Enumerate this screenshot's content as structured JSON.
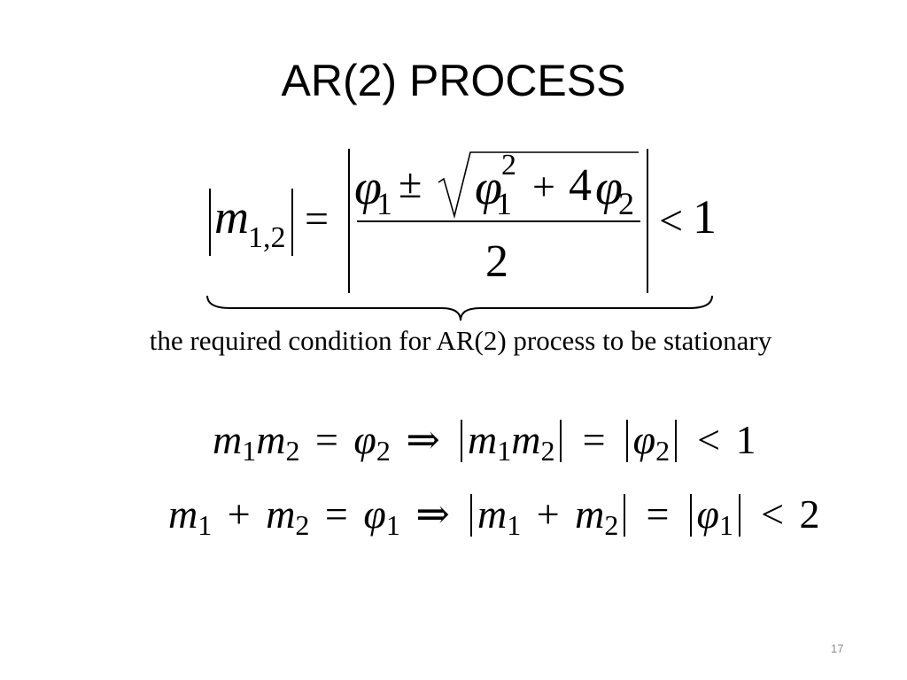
{
  "slide": {
    "title": "AR(2) PROCESS",
    "page_number": "17"
  },
  "formula1": {
    "lhs_var": "m",
    "lhs_sub": "1,2",
    "equals": "=",
    "num_phi1": "φ",
    "num_phi1_sub": "1",
    "pm": "±",
    "sqrt_phi": "φ",
    "sqrt_phi_sub": "1",
    "sqrt_phi_sup": "2",
    "plus": "+",
    "four": "4",
    "phi2": "φ",
    "phi2_sub": "2",
    "denominator": "2",
    "less": "<",
    "one": "1"
  },
  "brace_caption": "the required condition for AR(2) process to be stationary",
  "formula2": {
    "m": "m",
    "sub1": "1",
    "sub2": "2",
    "eq": "=",
    "phi": "φ",
    "implies": "⇒",
    "less": "<",
    "one": "1"
  },
  "formula3": {
    "m": "m",
    "sub1": "1",
    "sub2": "2",
    "plus": "+",
    "eq": "=",
    "phi": "φ",
    "implies": "⇒",
    "less": "<",
    "two": "2"
  }
}
